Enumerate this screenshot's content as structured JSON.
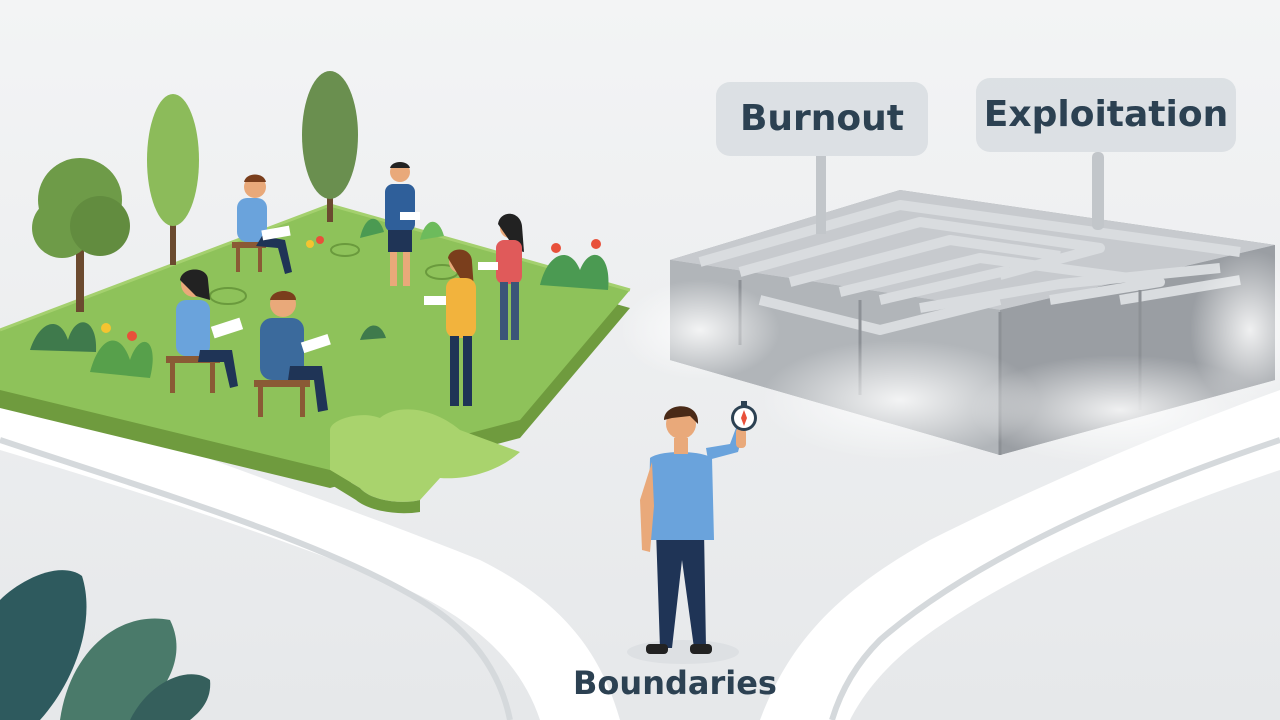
{
  "signs": {
    "burnout": "Burnout",
    "exploitation": "Exploitation"
  },
  "caption": "Boundaries",
  "icons": {
    "compass": "compass-icon"
  },
  "colors": {
    "background": "#eef0f1",
    "path": "#ffffff",
    "grass": "#8ec25a",
    "grass_dark": "#6a9a3d",
    "maze": "#b7babe",
    "maze_top": "#d3d6d9",
    "text": "#2c4152",
    "shirt": "#6aa3dc",
    "pants": "#1f3456"
  }
}
